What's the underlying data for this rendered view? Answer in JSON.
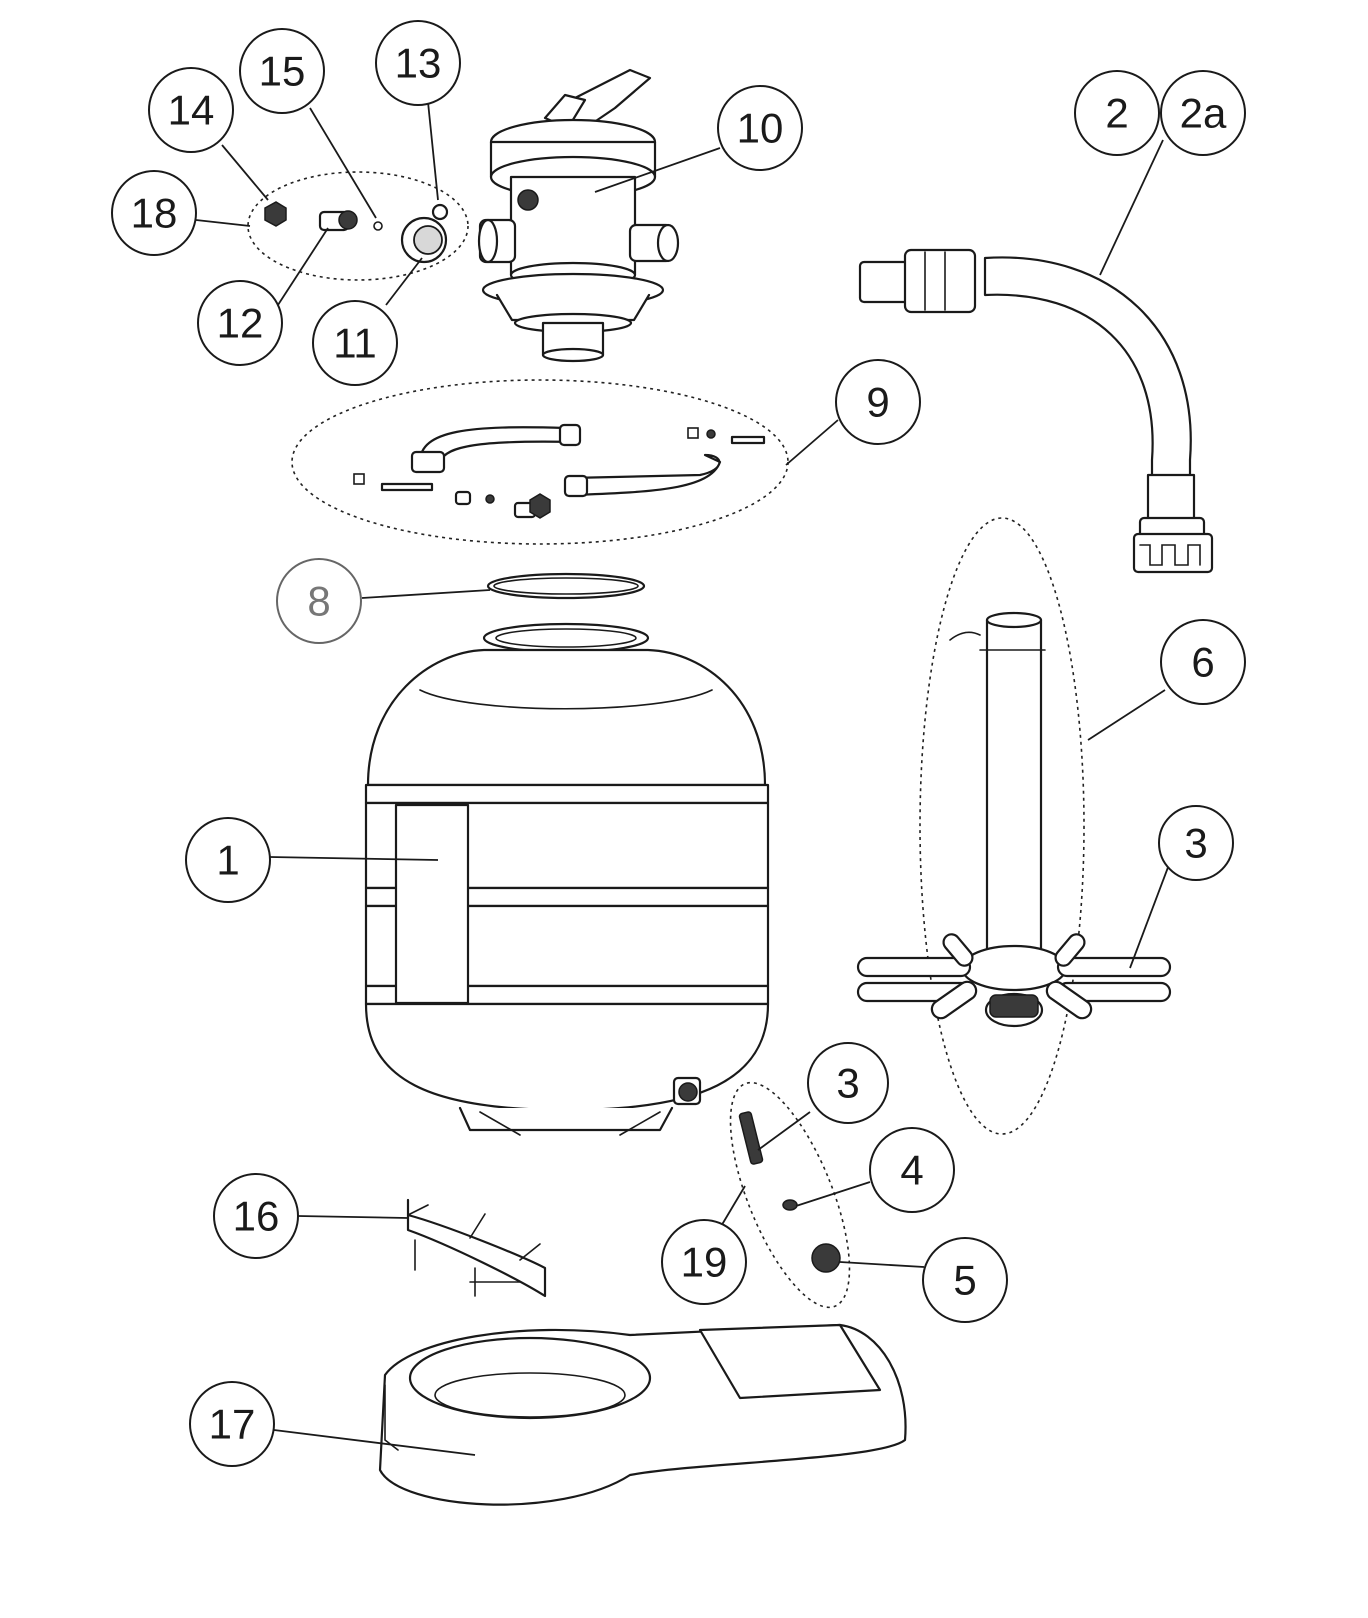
{
  "callouts": [
    {
      "id": "c1",
      "label": "1"
    },
    {
      "id": "c2",
      "label": "2"
    },
    {
      "id": "c2a",
      "label": "2a"
    },
    {
      "id": "c3a",
      "label": "3"
    },
    {
      "id": "c3b",
      "label": "3"
    },
    {
      "id": "c4",
      "label": "4"
    },
    {
      "id": "c5",
      "label": "5"
    },
    {
      "id": "c6",
      "label": "6"
    },
    {
      "id": "c8",
      "label": "8"
    },
    {
      "id": "c9",
      "label": "9"
    },
    {
      "id": "c10",
      "label": "10"
    },
    {
      "id": "c11",
      "label": "11"
    },
    {
      "id": "c12",
      "label": "12"
    },
    {
      "id": "c13",
      "label": "13"
    },
    {
      "id": "c14",
      "label": "14"
    },
    {
      "id": "c15",
      "label": "15"
    },
    {
      "id": "c16",
      "label": "16"
    },
    {
      "id": "c17",
      "label": "17"
    },
    {
      "id": "c18",
      "label": "18"
    },
    {
      "id": "c19",
      "label": "19"
    }
  ],
  "colors": {
    "line": "#1a1a1a",
    "background": "#ffffff",
    "muted_label": "#777777"
  }
}
